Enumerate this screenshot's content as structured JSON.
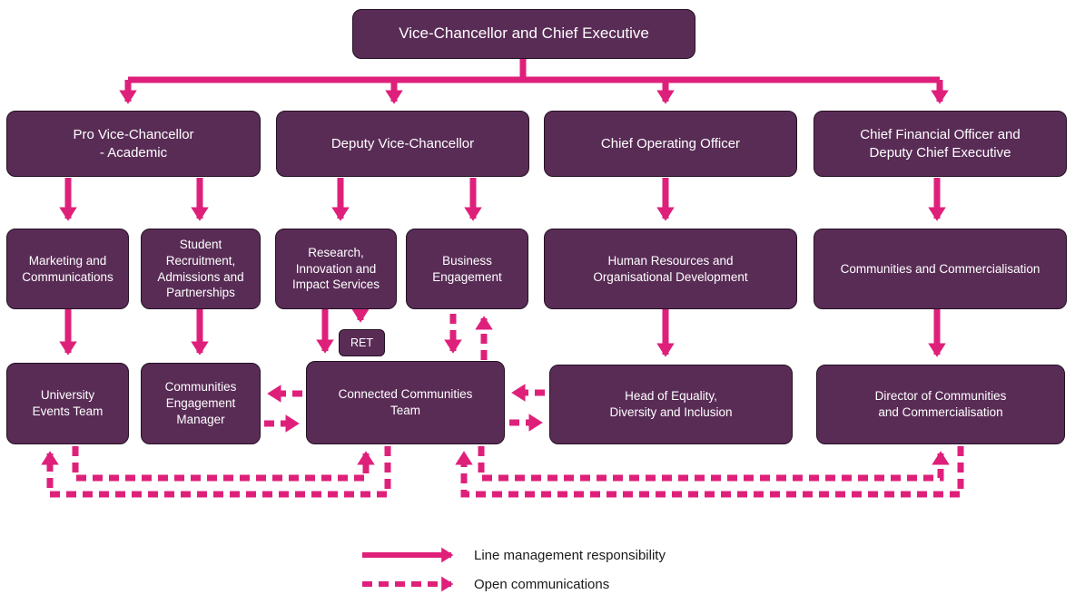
{
  "diagram": {
    "title": "University organisational chart",
    "colors": {
      "node_fill": "#592c56",
      "node_border": "#241022",
      "arrow_pink": "#df207b",
      "node_text": "#ffffff",
      "legend_text": "#1a1a1a",
      "background": "#ffffff"
    },
    "nodes": {
      "vc": {
        "label": "Vice-Chancellor and Chief Executive"
      },
      "pvc": {
        "label": "Pro Vice-Chancellor\n- Academic"
      },
      "dvc": {
        "label": "Deputy Vice-Chancellor"
      },
      "coo": {
        "label": "Chief Operating Officer"
      },
      "cfo": {
        "label": "Chief Financial Officer and\nDeputy Chief Executive"
      },
      "marketing": {
        "label": "Marketing and\nCommunications"
      },
      "studentrec": {
        "label": "Student\nRecruitment,\nAdmissions and\nPartnerships"
      },
      "riis": {
        "label": "Research,\nInnovation and\nImpact Services"
      },
      "be": {
        "label": "Business\nEngagement"
      },
      "hr": {
        "label": "Human Resources and\nOrganisational Development"
      },
      "cc": {
        "label": "Communities and Commercialisation"
      },
      "ret": {
        "label": "RET"
      },
      "uet": {
        "label": "University\nEvents Team"
      },
      "cem": {
        "label": "Communities\nEngagement\nManager"
      },
      "cct": {
        "label": "Connected Communities\nTeam"
      },
      "hoe": {
        "label": "Head of Equality,\nDiversity and Inclusion"
      },
      "dcc": {
        "label": "Director of Communities\nand Commercialisation"
      }
    },
    "edges": {
      "line_management": [
        {
          "from": "vc",
          "to": "pvc"
        },
        {
          "from": "vc",
          "to": "dvc"
        },
        {
          "from": "vc",
          "to": "coo"
        },
        {
          "from": "vc",
          "to": "cfo"
        },
        {
          "from": "pvc",
          "to": "marketing"
        },
        {
          "from": "pvc",
          "to": "studentrec"
        },
        {
          "from": "dvc",
          "to": "riis"
        },
        {
          "from": "dvc",
          "to": "be"
        },
        {
          "from": "coo",
          "to": "hr"
        },
        {
          "from": "cfo",
          "to": "cc"
        },
        {
          "from": "marketing",
          "to": "uet"
        },
        {
          "from": "studentrec",
          "to": "cem"
        },
        {
          "from": "riis",
          "to": "cct"
        },
        {
          "from": "riis",
          "to": "ret"
        },
        {
          "from": "hr",
          "to": "hoe"
        },
        {
          "from": "cc",
          "to": "dcc"
        }
      ],
      "open_communications": [
        {
          "from": "be",
          "to": "cct"
        },
        {
          "from": "cct",
          "to": "be"
        },
        {
          "from": "cct",
          "to": "cem"
        },
        {
          "from": "cem",
          "to": "cct"
        },
        {
          "from": "hoe",
          "to": "cct"
        },
        {
          "from": "cct",
          "to": "hoe"
        },
        {
          "from": "uet",
          "to": "cct"
        },
        {
          "from": "cct",
          "to": "uet"
        },
        {
          "from": "cct",
          "to": "dcc"
        },
        {
          "from": "dcc",
          "to": "cct"
        }
      ]
    },
    "legend": {
      "line_management": "Line management responsibility",
      "open_communications": "Open communications"
    }
  }
}
